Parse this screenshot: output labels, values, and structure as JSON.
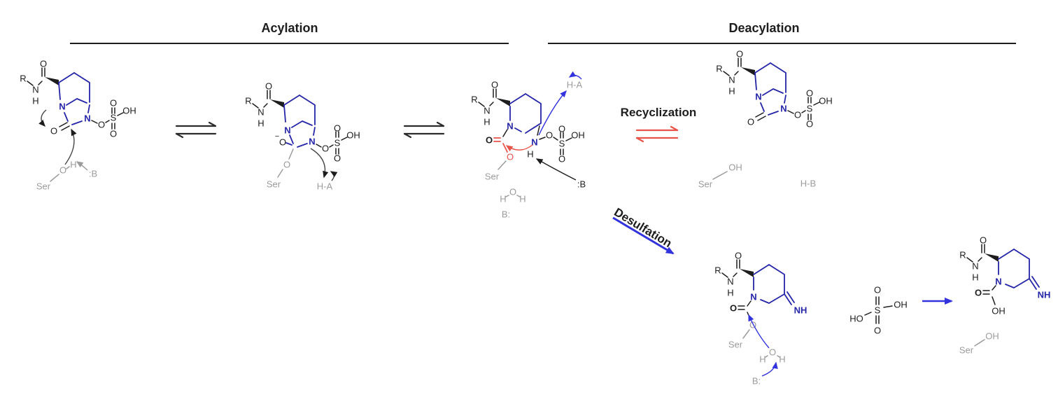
{
  "figure": {
    "phase_titles": {
      "acylation": "Acylation",
      "deacylation": "Deacylation"
    },
    "step_labels": {
      "recyclization": "Recyclization",
      "desulfation": "Desulfation"
    }
  },
  "atoms": {
    "R": "R",
    "N": "N",
    "H": "H",
    "O": "O",
    "S": "S",
    "OH": "OH",
    "HO": "HO",
    "NH": "NH",
    "minus_charge": "−",
    "ser": "Ser",
    "base_colon_left": ":B",
    "base_colon_right": "B:",
    "H_A": "H-A",
    "H_B": "H-B"
  },
  "colors": {
    "bond_black": "#1d1d1d",
    "ring_blue": "#2525a8",
    "highlight_red": "#e8534a",
    "arrow_blue": "#3333dd",
    "enzyme_gray": "#9b9b9b"
  }
}
